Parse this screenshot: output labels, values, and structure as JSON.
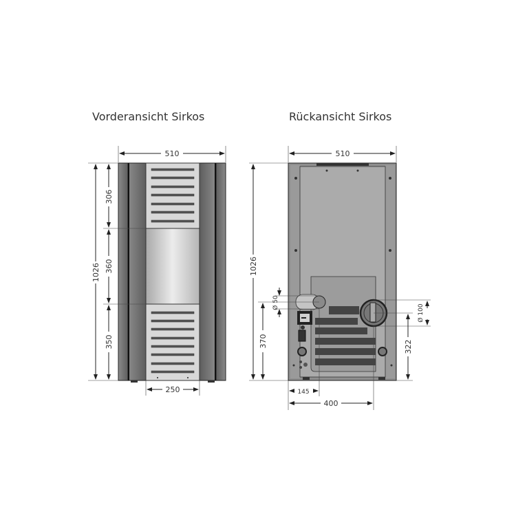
{
  "front_view": {
    "title": "Vorderansicht Sirkos",
    "dimensions": {
      "width_total": "510",
      "height_total": "1026",
      "top_grille_height": "306",
      "window_height": "360",
      "bottom_grille_height": "350",
      "center_panel_width": "250"
    }
  },
  "back_view": {
    "title": "Rückansicht Sirkos",
    "dimensions": {
      "width_total": "510",
      "height_total": "1026",
      "air_inlet_diameter": "Ø 50",
      "air_inlet_height": "370",
      "flue_diameter": "Ø 100",
      "flue_height": "322",
      "air_inlet_offset": "145",
      "flue_offset": "400"
    }
  },
  "colors": {
    "outline": "#222222",
    "side_panel": "#7a7a7a",
    "center_panel": "#d6d6d6",
    "back_panel": "#a9a9a9",
    "slot": "#4a4a4a"
  }
}
